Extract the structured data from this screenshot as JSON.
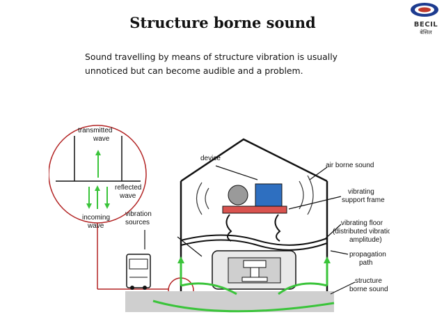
{
  "slide": {
    "title": "Structure borne sound",
    "body": "Sound travelling by means of structure vibration is usually unnoticed but can become audible and a problem."
  },
  "logo": {
    "name": "BECIL",
    "subname": "बेसिल"
  },
  "diagram": {
    "labels": {
      "transmitted_1": "transmitted",
      "transmitted_2": "wave",
      "reflected_1": "reflected",
      "reflected_2": "wave",
      "incoming_1": "incoming",
      "incoming_2": "wave",
      "vibration_1": "vibration",
      "vibration_2": "sources",
      "device": "device",
      "air_borne": "air borne sound",
      "support_1": "vibrating",
      "support_2": "support frame",
      "floor_1": "vibrating floor",
      "floor_2": "(distributed vibration",
      "floor_3": "amplitude)",
      "prop_1": "propagation",
      "prop_2": "path",
      "struct_1": "structure",
      "struct_2": "borne sound"
    }
  },
  "colors": {
    "accent_red": "#b22222",
    "wave_green": "#3ac43a",
    "device_blue": "#2e6fc0",
    "table_red": "#d9534f"
  }
}
